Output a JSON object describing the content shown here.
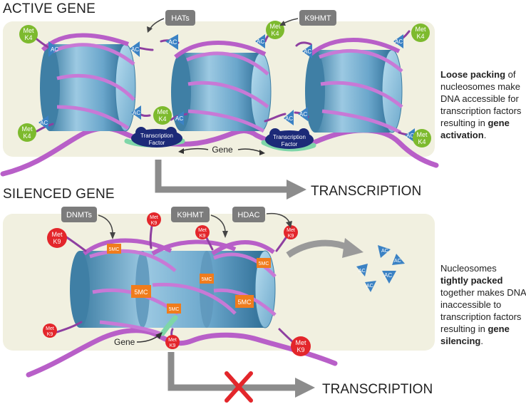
{
  "active": {
    "title": "ACTIVE GENE",
    "enzymes": [
      "HATs",
      "K9HMT"
    ],
    "mark_met": "Met",
    "mark_k4": "K4",
    "acetyl": "AC",
    "tf_line1": "Transcription",
    "tf_line2": "Factor",
    "gene": "Gene",
    "output": "TRANSCRIPTION",
    "note": {
      "bold1": "Loose packing",
      "text1": " of nucleosomes make DNA accessible for transcription factors resulting in ",
      "bold2": "gene activation",
      "text2": "."
    }
  },
  "silenced": {
    "title": "SILENCED GENE",
    "enzymes": [
      "DNMTs",
      "K9HMT",
      "HDAC"
    ],
    "mark_met": "Met",
    "mark_k9": "K9",
    "methyl_c": "5MC",
    "acetyl": "AC",
    "gene": "Gene",
    "output": "TRANSCRIPTION",
    "note": {
      "text0": "Nucleosomes ",
      "bold1": "tightly packed",
      "text1": " together makes DNA inaccessible to transcription factors resulting in ",
      "bold2": "gene silencing",
      "text2": "."
    }
  },
  "colors": {
    "panel": "#f1f0e0",
    "histone": "#7fb6d6",
    "histone_dark": "#3f7fa5",
    "dna": "#b85fc8",
    "met_k4": "#7dba2e",
    "met_k9": "#e3262b",
    "acetyl": "#3b82c4",
    "five_mc": "#f07c1c",
    "tf": "#1c2a78",
    "gene": "#7ed6a8",
    "label_box": "#7c7c7c",
    "arrow": "#8c8c8c",
    "cross": "#e3262b"
  }
}
